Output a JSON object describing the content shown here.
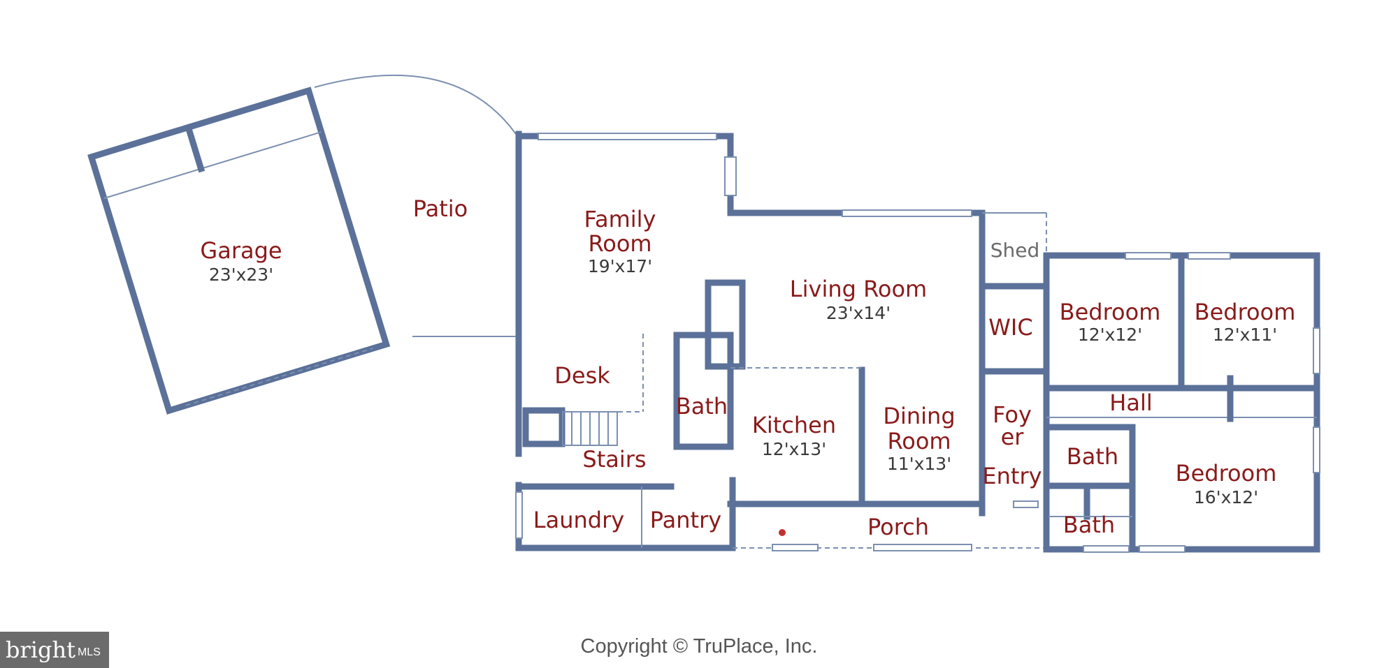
{
  "rooms": {
    "patio": {
      "name": "Patio"
    },
    "garage": {
      "name": "Garage",
      "dim": "23'x23'"
    },
    "family": {
      "name1": "Family",
      "name2": "Room",
      "dim": "19'x17'"
    },
    "living": {
      "name": "Living Room",
      "dim": "23'x14'"
    },
    "desk": {
      "name": "Desk"
    },
    "bath_center": {
      "name": "Bath"
    },
    "kitchen": {
      "name": "Kitchen",
      "dim": "12'x13'"
    },
    "dining": {
      "name1": "Dining",
      "name2": "Room",
      "dim": "11'x13'"
    },
    "foyer": {
      "name1": "Foy",
      "name2": "er"
    },
    "entry": {
      "name": "Entry"
    },
    "wic": {
      "name": "WIC"
    },
    "shed": {
      "name": "Shed"
    },
    "bedroom1": {
      "name": "Bedroom",
      "dim": "12'x12'"
    },
    "bedroom2": {
      "name": "Bedroom",
      "dim": "12'x11'"
    },
    "bedroom3": {
      "name": "Bedroom",
      "dim": "16'x12'"
    },
    "hall": {
      "name": "Hall"
    },
    "bath_right1": {
      "name": "Bath"
    },
    "bath_right2": {
      "name": "Bath"
    },
    "stairs": {
      "name": "Stairs"
    },
    "laundry": {
      "name": "Laundry"
    },
    "pantry": {
      "name": "Pantry"
    },
    "porch": {
      "name": "Porch"
    }
  },
  "footer": {
    "copyright": "Copyright © TruPlace, Inc.",
    "logo_main": "bright",
    "logo_sub": "MLS"
  }
}
